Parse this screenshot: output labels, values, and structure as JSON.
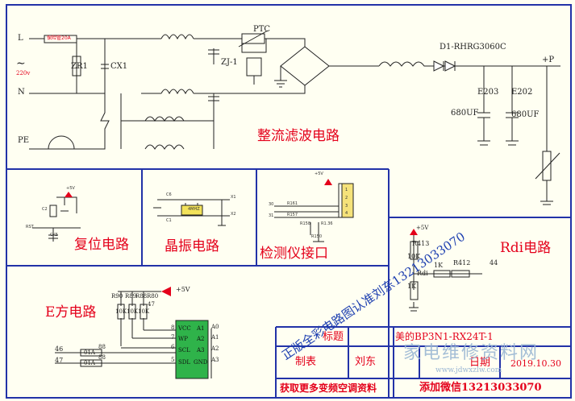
{
  "mains": {
    "line_l": "L",
    "line_n": "N",
    "line_pe": "PE",
    "fuse": "保险管20A",
    "voltage": "220v"
  },
  "components": {
    "zr1": "ZR1",
    "cx1": "CX1",
    "ptc": "PTC",
    "zj1": "ZJ-1",
    "d1": "D1-RHRG3060C",
    "plus_p": "+P",
    "e203": "E203",
    "e202": "E202",
    "cap_e203": "680UF",
    "cap_e202": "680UF"
  },
  "sections": {
    "rectifier": "整流滤波电路",
    "reset": "复位电路",
    "crystal": "晶振电路",
    "interface": "检测仪接口",
    "rdi": "Rdi电路",
    "eeprom": "E方电路"
  },
  "rdi_circuit": {
    "supply": "+5V",
    "r413": "R413",
    "r413_val": "10K",
    "r412": "R412",
    "r412_val": "1K",
    "r1k": "1K",
    "rdi": "Rdi",
    "rdi_val": "1K",
    "pin": "44"
  },
  "eeprom_circuit": {
    "supply": "+5V",
    "r90": "R90",
    "r89": "R89",
    "r88": "R88",
    "r80": "R80",
    "r_vals": [
      "10K",
      "10K",
      "10K",
      "47"
    ],
    "pins_left": [
      "8",
      "7",
      "6",
      "5"
    ],
    "pins_right": [
      "A0",
      "A1",
      "A2",
      "A3"
    ],
    "chip_left": [
      "VCC",
      "WP",
      "SCL",
      "SDL"
    ],
    "chip_right": [
      "A1",
      "A2",
      "A3",
      "GND"
    ],
    "net_46": "46",
    "net_47": "47",
    "r_46": "01A",
    "r_47": "01A",
    "r_46_val": "88",
    "r_47_val": "88"
  },
  "reset_circuit": {
    "supply": "+5V",
    "label": "C2",
    "label2": "CK5",
    "label3": "RST"
  },
  "crystal_circuit": {
    "part": "4MHZ",
    "c1": "C6",
    "c2": "C1",
    "x1": "X1",
    "x2": "X2"
  },
  "interface_circuit": {
    "supply": "+5V",
    "pins": [
      "1",
      "2",
      "3",
      "4"
    ],
    "r1": "R161",
    "r2": "R157",
    "r3": "R158",
    "r4": "R150",
    "n1": "30",
    "n2": "31",
    "n3": "R1.36"
  },
  "title_block": {
    "title_label": "标题",
    "title_value": "美的BP3N1-RX24T-1",
    "drawn_label": "制表",
    "drawn_value": "刘东",
    "date_label": "日期",
    "date_value": "2019.10.30",
    "more_info": "获取更多变频空调资料",
    "wechat": "添加微信13213033070"
  },
  "watermark": {
    "diagonal": "正版全彩电路图认准刘东13213033070",
    "logo": "家电维修资料网",
    "url": "www.jdwxzlw.com"
  },
  "colors": {
    "frame": "#2232a8",
    "red_label": "#e4001b",
    "wire": "#222222",
    "ic_fill": "#2fb34a",
    "background": "#fffff2"
  }
}
